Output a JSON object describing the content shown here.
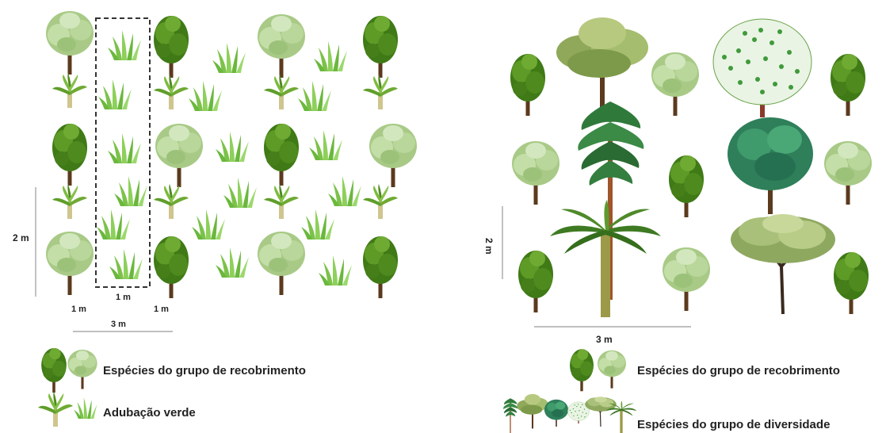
{
  "left_panel": {
    "dimensions": {
      "vertical": "2 m",
      "spacing_left": "1 m",
      "spacing_middle": "1 m",
      "spacing_right": "1 m",
      "horizontal": "3 m"
    },
    "legend": {
      "recobrimento_label": "Espécies do grupo de recobrimento",
      "adubacao_label": "Adubação verde"
    }
  },
  "right_panel": {
    "dimensions": {
      "vertical": "2 m",
      "horizontal": "3 m"
    },
    "legend": {
      "recobrimento_label": "Espécies do grupo de recobrimento",
      "diversidade_label": "Espécies do grupo de diversidade"
    }
  },
  "colors": {
    "dark_tree": "#4f8a1e",
    "light_tree": "#b9d79a",
    "grass": "#7cc24a",
    "trunk": "#5b3a1e"
  }
}
